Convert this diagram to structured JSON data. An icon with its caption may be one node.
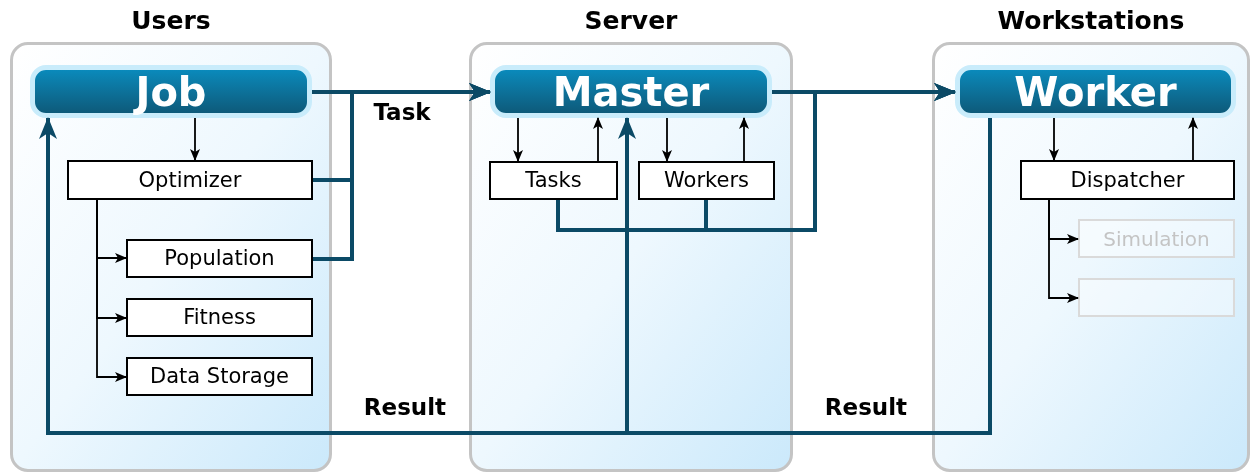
{
  "diagram": {
    "nodes": [
      {
        "text": [
          "Users"
        ]
      },
      {
        "text": [
          "Job"
        ],
        "in": 0
      },
      {
        "text": [
          "Optimizer"
        ],
        "in": 0
      },
      {
        "text": [
          "Population"
        ],
        "in": 0
      },
      {
        "text": [
          "Fitness"
        ],
        "in": 0
      },
      {
        "text": [
          "Data Storage"
        ],
        "in": 0
      },
      {
        "text": [
          "Server"
        ]
      },
      {
        "text": [
          "Master"
        ],
        "in": 6
      },
      {
        "text": [
          "Tasks"
        ],
        "in": 6
      },
      {
        "text": [
          "Workers"
        ],
        "in": 6
      },
      {
        "text": [
          "Workstations"
        ]
      },
      {
        "text": [
          "Worker"
        ],
        "in": 10
      },
      {
        "text": [
          "Dispatcher"
        ],
        "in": 10
      },
      {
        "text": [
          "Simulation"
        ],
        "in": 10
      },
      {
        "text": [],
        "shape": "box",
        "in": 10
      }
    ],
    "edges": [
      {
        "from": 1,
        "to": 2,
        "arrow": "to"
      },
      {
        "from": 2,
        "to": 3,
        "arrow": "to"
      },
      {
        "from": 2,
        "to": 4,
        "arrow": "to"
      },
      {
        "from": 2,
        "to": 5,
        "arrow": "to"
      },
      {
        "from": 1,
        "to": 7,
        "arrow": "to",
        "label": "Task",
        "style": "thick",
        "color": "#0b4a66"
      },
      {
        "from": 2,
        "to": 7,
        "arrow": "to",
        "style": "thick",
        "color": "#0b4a66"
      },
      {
        "from": 3,
        "to": 7,
        "arrow": "to",
        "style": "thick",
        "color": "#0b4a66"
      },
      {
        "from": 7,
        "to": 8,
        "arrow": "to"
      },
      {
        "from": 8,
        "to": 7,
        "arrow": "to"
      },
      {
        "from": 7,
        "to": 9,
        "arrow": "to"
      },
      {
        "from": 9,
        "to": 7,
        "arrow": "to"
      },
      {
        "from": 7,
        "to": 11,
        "arrow": "to",
        "style": "thick",
        "color": "#0b4a66"
      },
      {
        "from": 8,
        "to": 11,
        "arrow": "to",
        "style": "thick",
        "color": "#0b4a66"
      },
      {
        "from": 9,
        "to": 11,
        "arrow": "to",
        "style": "thick",
        "color": "#0b4a66"
      },
      {
        "from": 11,
        "to": 7,
        "arrow": "to",
        "label": "Result",
        "style": "thick",
        "color": "#0b4a66"
      },
      {
        "from": 11,
        "to": 1,
        "arrow": "to",
        "label": "Result",
        "style": "thick",
        "color": "#0b4a66"
      },
      {
        "from": 11,
        "to": 12,
        "arrow": "to"
      },
      {
        "from": 12,
        "to": 11,
        "arrow": "to"
      },
      {
        "from": 12,
        "to": 13,
        "arrow": "to"
      },
      {
        "from": 12,
        "to": 14,
        "arrow": "to"
      }
    ]
  }
}
